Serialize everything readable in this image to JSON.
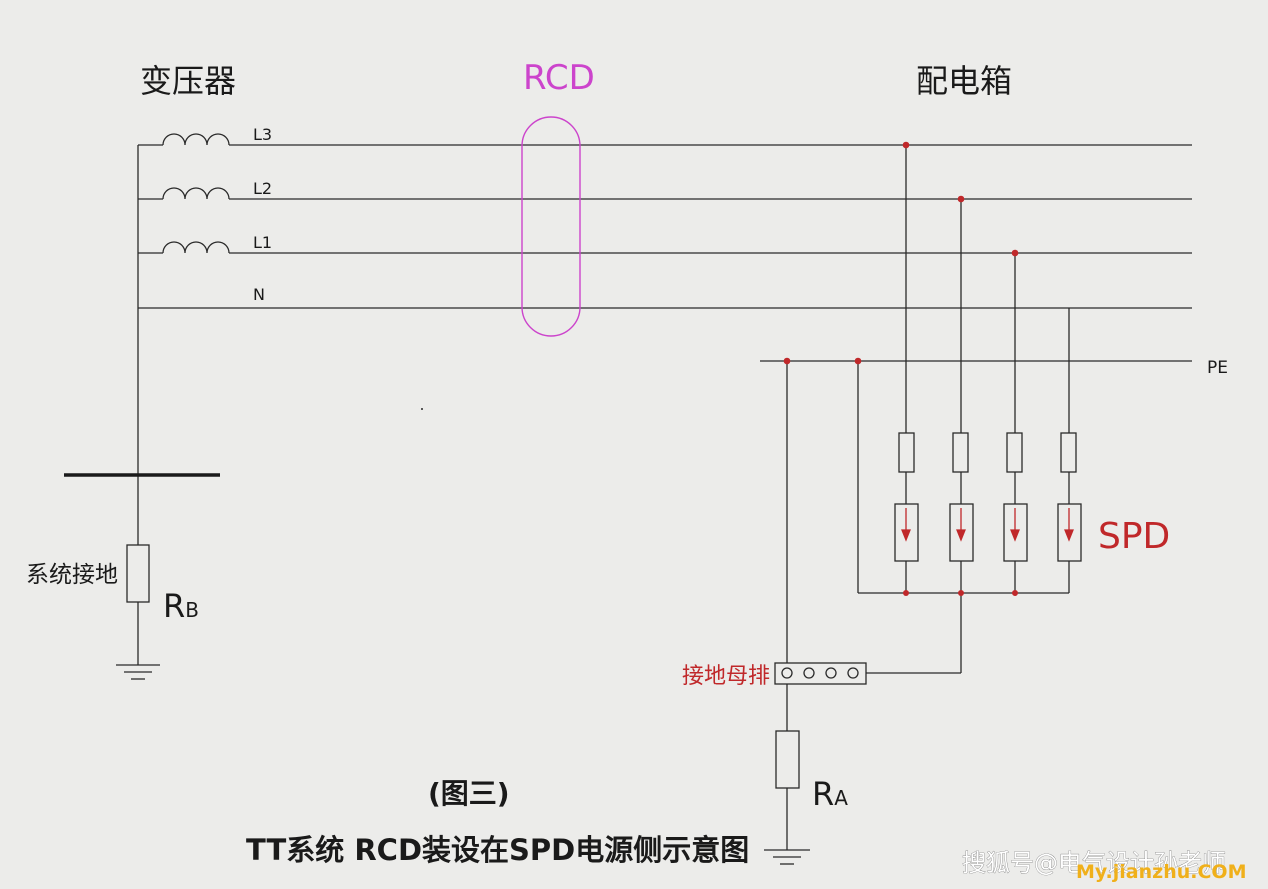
{
  "labels": {
    "transformer": "变压器",
    "rcd": "RCD",
    "distribution_box": "配电箱",
    "l3": "L3",
    "l2": "L2",
    "l1": "L1",
    "n": "N",
    "pe": "PE",
    "system_ground": "系统接地",
    "rb_main": "R",
    "rb_sub": "B",
    "ra_main": "R",
    "ra_sub": "A",
    "spd": "SPD",
    "ground_bus": "接地母排"
  },
  "caption": {
    "figure_number": "(图三)",
    "title": "TT系统  RCD装设在SPD电源侧示意图"
  },
  "watermark": {
    "main": "搜狐号@电气设计孙老师",
    "overlay": "My.jianzhu.COM"
  },
  "colors": {
    "line": "#2a2a2a",
    "red_accent": "#c0282a",
    "rcd": "#cc44cc",
    "background": "#ececea"
  }
}
